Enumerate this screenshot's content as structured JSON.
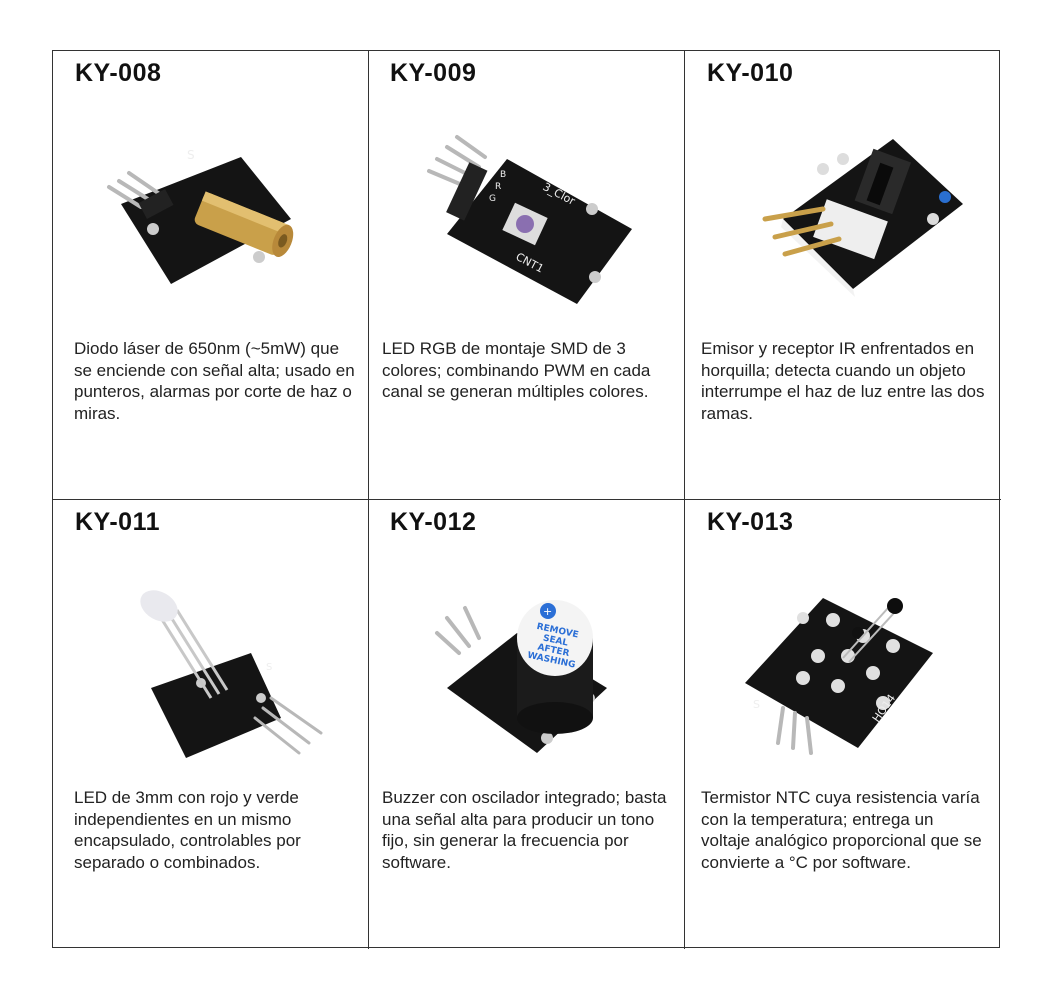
{
  "modules": [
    {
      "code": "KY-008",
      "icon": "laser-module",
      "desc": "Diodo láser de 650nm (~5mW) que se enciende con señal alta; usado en punteros, alarmas por corte de haz o miras."
    },
    {
      "code": "KY-009",
      "icon": "rgb-smd-led-module",
      "desc": "LED RGB de montaje SMD de 3 colores; combinando PWM en cada canal se generan múltiples colores.",
      "pcb_text": "3_Clor",
      "pcb_label": "CNT1",
      "pin_labels": [
        "B",
        "R",
        "G"
      ]
    },
    {
      "code": "KY-010",
      "icon": "ir-photo-interrupter-module",
      "desc": "Emisor y receptor IR enfrentados en horquilla; detecta cuando un objeto interrumpe el haz de luz entre las dos ramas."
    },
    {
      "code": "KY-011",
      "icon": "two-color-led-module",
      "desc": "LED de 3mm con rojo y verde independientes en un mismo encapsulado, controlables por separado o combinados.",
      "pin_labels": [
        "S"
      ]
    },
    {
      "code": "KY-012",
      "icon": "active-buzzer-module",
      "desc": "Buzzer con oscilador integrado; basta una señal alta para producir un tono fijo, sin generar la frecuencia por software.",
      "sticker_lines": [
        "REMOVE",
        "SEAL",
        "AFTER",
        "WASHING"
      ]
    },
    {
      "code": "KY-013",
      "icon": "ntc-thermistor-module",
      "desc": "Termistor NTC cuya resistencia varía con la temperatura; entrega un voltaje analógico proporcional que se convierte a °C por software.",
      "pcb_label": "HO14",
      "pin_labels": [
        "S"
      ]
    }
  ],
  "colors": {
    "border": "#333333",
    "pcb": "#141414",
    "brass": "#c9a04a",
    "pin": "#b8b8b8"
  }
}
